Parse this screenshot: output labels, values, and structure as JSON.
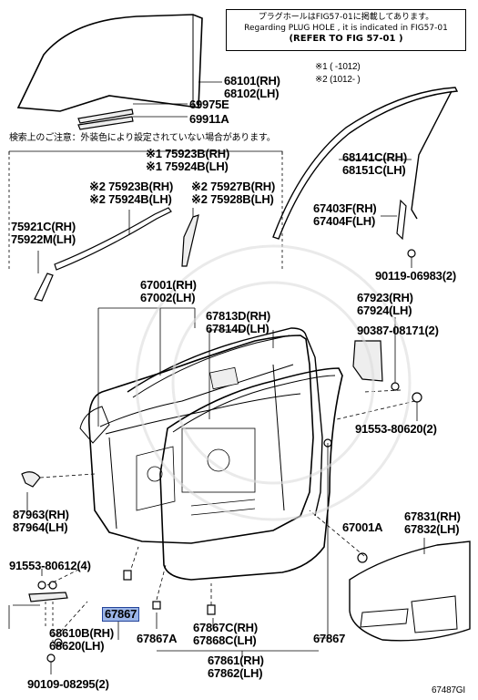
{
  "notes": {
    "plug_note_jp": "プラグホールはFIG57-01に掲載してあります。",
    "plug_note_en": "Regarding PLUG HOLE , it is indicated in FIG57-01",
    "refer": "(REFER TO FIG   57-01  )",
    "range1": "※1 (    -1012)",
    "range2": "※2 (1012-     )",
    "inspect_note": "検索上のご注意：外装色により設定されていない場合があります。",
    "figure_id": "67487GI"
  },
  "parts": {
    "p68101": "68101(RH)",
    "p68102": "68102(LH)",
    "p69975": "69975E",
    "p69911": "69911A",
    "p68141": "68141C(RH)",
    "p68151": "68151C(LH)",
    "p75923": "※1 75923B(RH)",
    "p75924_1": "※1 75924B(LH)",
    "p75923_2": "※2 75923B(RH)",
    "p75924_2": "※2 75924B(LH)",
    "p75927": "※2 75927B(RH)",
    "p75928": "※2 75928B(LH)",
    "p75921": "75921C(RH)",
    "p75922": "75922M(LH)",
    "p67403": "67403F(RH)",
    "p67404": "67404F(LH)",
    "p90119": "90119-06983(2)",
    "p67001": "67001(RH)",
    "p67002": "67002(LH)",
    "p67813": "67813D(RH)",
    "p67814": "67814D(LH)",
    "p67923": "67923(RH)",
    "p67924": "67924(LH)",
    "p90387": "90387-08171(2)",
    "p91553_620": "91553-80620(2)",
    "p87963": "87963(RH)",
    "p87964": "87964(LH)",
    "p67001a": "67001A",
    "p67831": "67831(RH)",
    "p67832": "67832(LH)",
    "p91553_612": "91553-80612(4)",
    "p67867_hl": "67867",
    "p68610": "68610B(RH)",
    "p68620": "68620(LH)",
    "p67867a": "67867A",
    "p67867c": "67867C(RH)",
    "p67868c": "67868C(LH)",
    "p67867": "67867",
    "p67861": "67861(RH)",
    "p67862": "67862(LH)",
    "p90109": "90109-08295(2)"
  }
}
